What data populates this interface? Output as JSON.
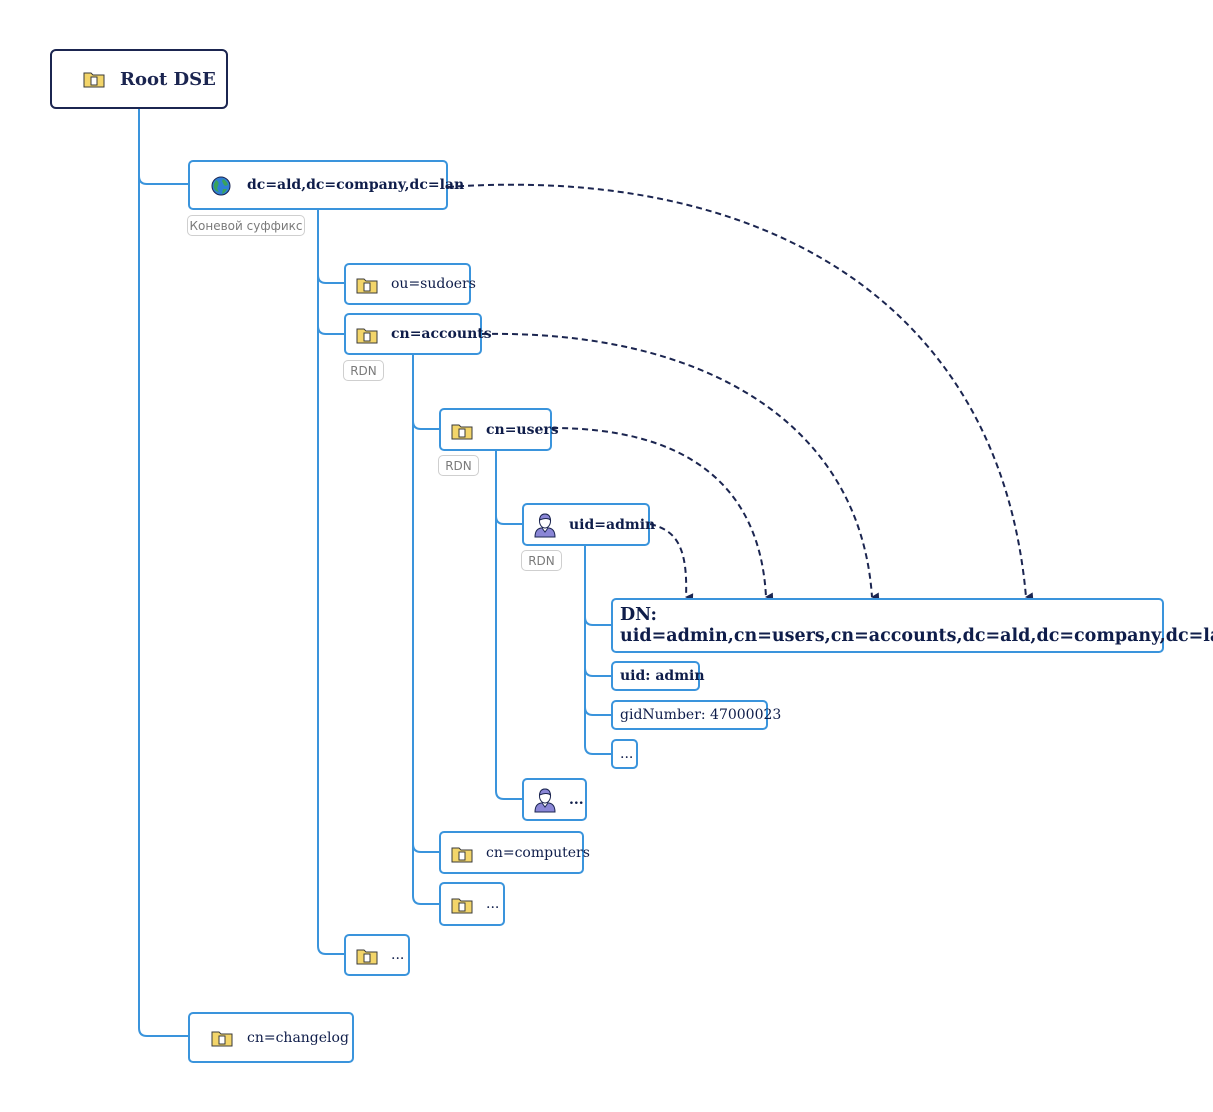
{
  "diagram": {
    "root": {
      "label": "Root DSE",
      "icon": "folder-icon"
    },
    "suffix": {
      "label": "dc=ald,dc=company,dc=lan",
      "icon": "globe-icon",
      "tag": "Коневой суффикс"
    },
    "sudoers": {
      "label": "ou=sudoers",
      "icon": "folder-icon"
    },
    "accounts": {
      "label": "cn=accounts",
      "icon": "folder-icon",
      "tag": "RDN"
    },
    "users": {
      "label": "cn=users",
      "icon": "folder-icon",
      "tag": "RDN"
    },
    "admin": {
      "label": "uid=admin",
      "icon": "user-icon",
      "tag": "RDN"
    },
    "dn": {
      "title": "DN:",
      "value": "uid=admin,cn=users,cn=accounts,dc=ald,dc=company,dc=lan"
    },
    "attr_uid": {
      "label": "uid: admin"
    },
    "attr_gid": {
      "label": "gidNumber: 47000023"
    },
    "attr_more": {
      "label": "..."
    },
    "user_more": {
      "label": "...",
      "icon": "user-icon"
    },
    "computers": {
      "label": "cn=computers",
      "icon": "folder-icon"
    },
    "accounts_more": {
      "label": "...",
      "icon": "folder-icon"
    },
    "suffix_more": {
      "label": "...",
      "icon": "folder-icon"
    },
    "changelog": {
      "label": "cn=changelog",
      "icon": "folder-icon"
    }
  },
  "colors": {
    "tree_line": "#3a94dc",
    "node_border": "#3a94dc",
    "root_border": "#1b2550",
    "text": "#0f1d4a",
    "arrow": "#1b2550",
    "folder": "#f3d56a",
    "user": "#8a86d6"
  }
}
